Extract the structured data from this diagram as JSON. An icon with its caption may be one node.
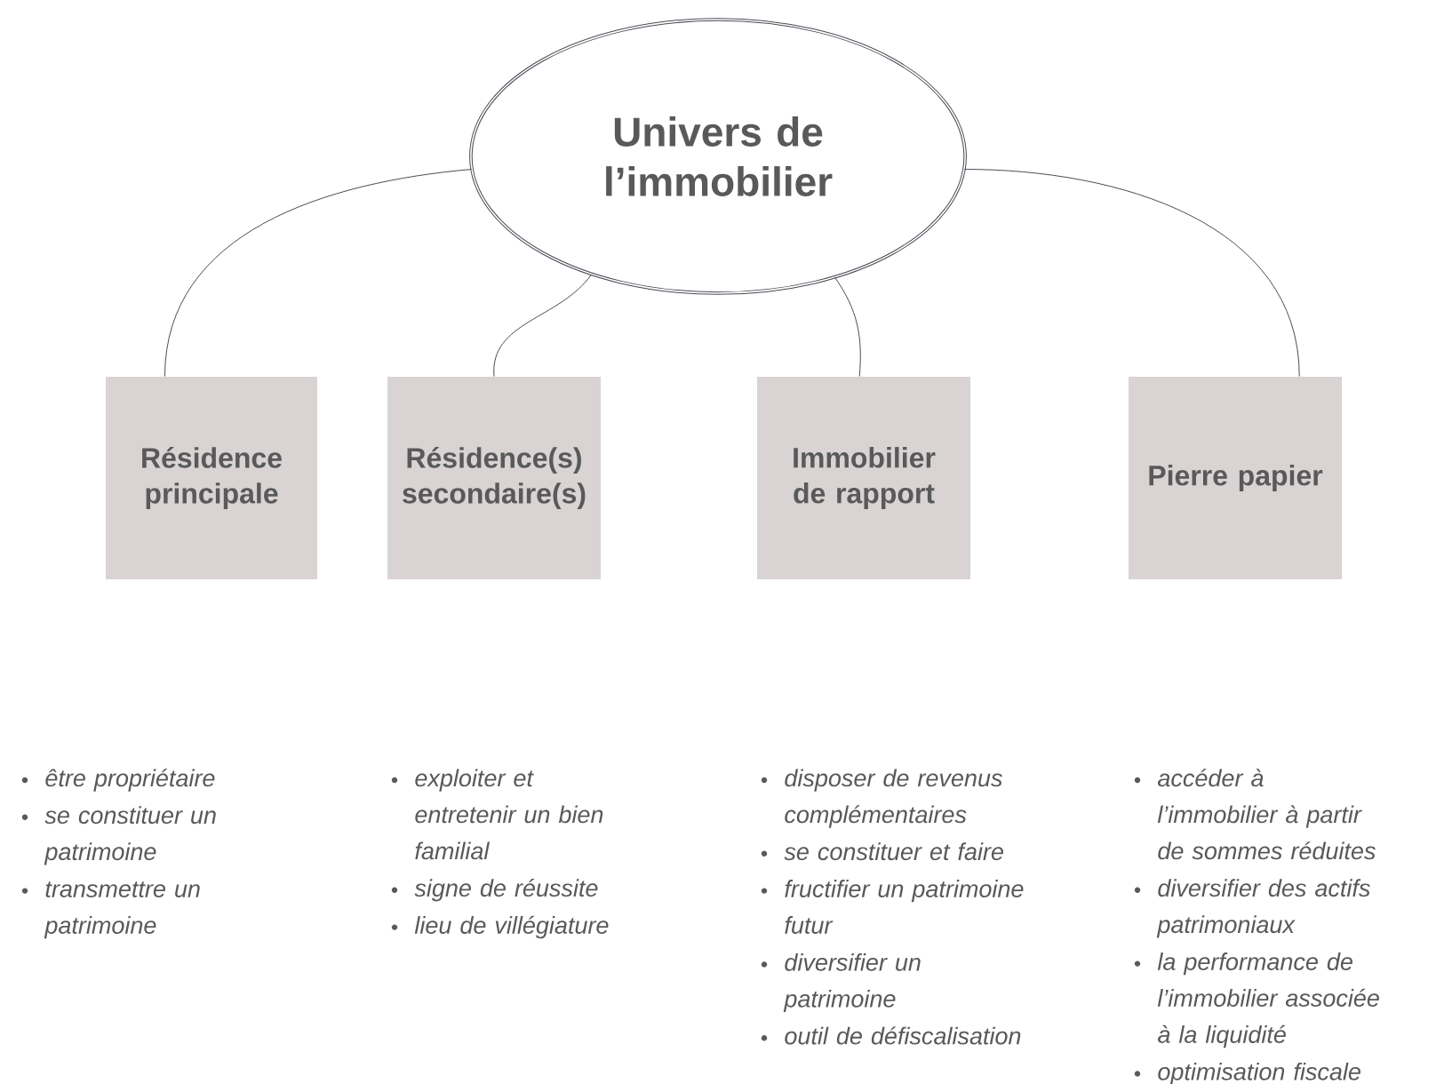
{
  "diagram": {
    "nodes": [
      {
        "text": [
          "Univers de l’immobilier"
        ]
      },
      {
        "text": [
          "Résidence principale"
        ],
        "beside": [
          "être propriétaire",
          "se constituer un patrimoine",
          "transmettre un patrimoine"
        ]
      },
      {
        "text": [
          "Résidence(s) secondaire(s)"
        ],
        "beside": [
          "exploiter et entretenir un bien familial",
          "signe de réussite",
          "lieu de villégiature"
        ]
      },
      {
        "text": [
          "Immobilier de rapport"
        ],
        "beside": [
          "disposer de revenus complémentaires",
          "se constituer et faire",
          "fructifier un patrimoine futur",
          "diversifier un patrimoine",
          "outil de défiscalisation"
        ]
      },
      {
        "text": [
          "Pierre papier"
        ],
        "beside": [
          "accéder à l’immobilier à partir de sommes réduites",
          "diversifier des actifs patrimoniaux",
          "la performance de l’immobilier associée à la liquidité",
          "optimisation fiscale"
        ]
      }
    ],
    "edges": [
      {
        "from": 0,
        "to": 1,
        "arrow": "none"
      },
      {
        "from": 0,
        "to": 2,
        "arrow": "none"
      },
      {
        "from": 0,
        "to": 3,
        "arrow": "none"
      },
      {
        "from": 0,
        "to": 4,
        "arrow": "none"
      }
    ]
  }
}
